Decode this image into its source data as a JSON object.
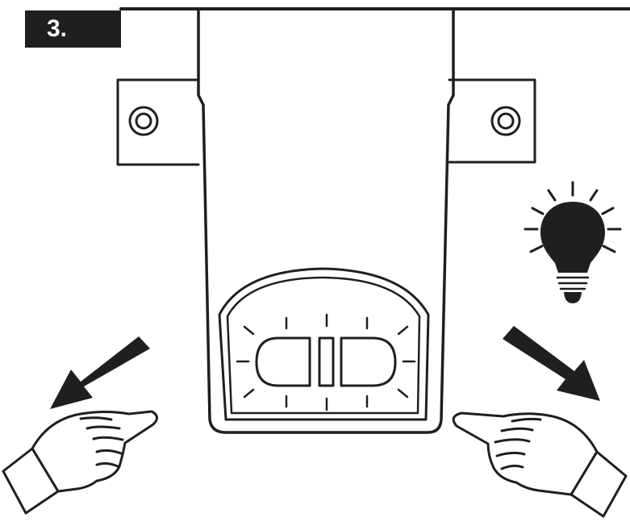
{
  "step": {
    "label": "3."
  },
  "colors": {
    "ink": "#1f1f1f",
    "paper": "#ffffff"
  },
  "figure": {
    "elements": [
      "ceiling-line",
      "mounting-bracket-left",
      "mounting-bracket-right",
      "screw-left",
      "screw-right",
      "device-housing",
      "control-panel",
      "buttons-pair",
      "flash-indicator",
      "arrow-left",
      "arrow-right",
      "hand-left",
      "hand-right",
      "light-bulb-icon"
    ]
  }
}
